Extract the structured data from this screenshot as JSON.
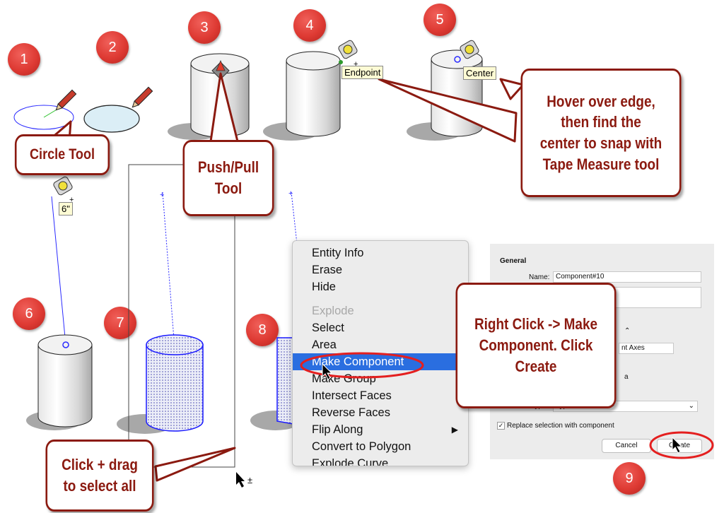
{
  "badges": [
    "1",
    "2",
    "3",
    "4",
    "5",
    "6",
    "7",
    "8",
    "9"
  ],
  "callouts": {
    "circle_tool": "Circle Tool",
    "push_pull": [
      "Push/Pull",
      "Tool"
    ],
    "hover": [
      "Hover over edge,",
      "then find the",
      "center to snap with",
      "Tape Measure tool"
    ],
    "right_click": [
      "Right Click -> Make",
      "Component. Click",
      "Create"
    ],
    "click_drag": [
      "Click + drag",
      "to select all"
    ]
  },
  "tooltips": {
    "endpoint": "Endpoint",
    "center": "Center",
    "measure": "6\""
  },
  "context_menu": {
    "items": [
      {
        "label": "Entity Info",
        "state": "normal"
      },
      {
        "label": "Erase",
        "state": "normal"
      },
      {
        "label": "Hide",
        "state": "normal"
      },
      {
        "label": "Explode",
        "state": "disabled"
      },
      {
        "label": "Select",
        "state": "normal"
      },
      {
        "label": "Area",
        "state": "normal"
      },
      {
        "label": "Make Component",
        "state": "highlight"
      },
      {
        "label": "Make Group",
        "state": "normal"
      },
      {
        "label": "Intersect Faces",
        "state": "normal"
      },
      {
        "label": "Reverse Faces",
        "state": "normal"
      },
      {
        "label": "Flip Along",
        "state": "normal",
        "submenu": true
      },
      {
        "label": "Convert to Polygon",
        "state": "normal"
      },
      {
        "label": "Explode Curve",
        "state": "normal"
      }
    ],
    "submenu_glyph": "▶"
  },
  "dialog": {
    "section": "General",
    "name_label": "Name:",
    "name_value": "Component#10",
    "axes_text": "nt Axes",
    "a_text": "a",
    "type_label": "Type:",
    "type_value": "Type: <undefined>",
    "replace_label": "Replace selection with component",
    "replace_checked": "✓",
    "cancel_label": "Cancel",
    "create_label": "Create"
  },
  "cursor_modifier": "±",
  "colors": {
    "badge": "#de3a33",
    "callout_border": "#8b1a10",
    "menu_highlight": "#2a6ee0",
    "selection_blue": "#1a1aff"
  }
}
